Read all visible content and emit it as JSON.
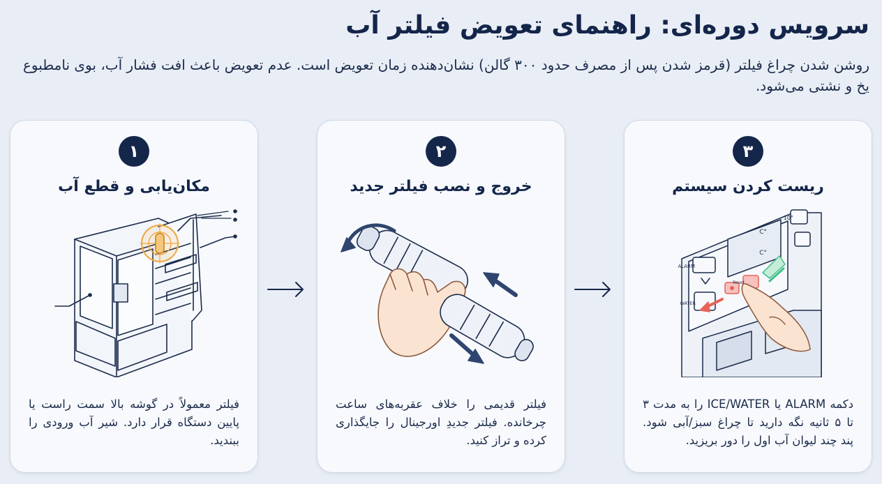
{
  "header": {
    "title": "سرویس دوره‌ای: راهنمای تعویض فیلتر آب",
    "subtitle": "روشن شدن چراغ فیلتر (قرمز شدن پس از مصرف حدود ۳۰۰ گالن) نشان‌دهنده زمان تعویض است. عدم تعویض باعث افت فشار آب، بوی نامطبوع یخ و نشتی می‌شود."
  },
  "steps": [
    {
      "number": "۱",
      "title": "مکان‌یابی و قطع آب",
      "description": "فیلتر معمولاً در گوشه بالا سمت راست یا پایین دستگاه قرار دارد. شیر آب ورودی را ببندید.",
      "icon": "refrigerator-icon"
    },
    {
      "number": "۲",
      "title": "خروج و نصب فیلتر جدید",
      "description": "فیلتر قدیمی را خلاف عقربه‌های ساعت چرخانده. فیلتر جدیدِ اورجینال را جایگذاری کرده و تراز کنید.",
      "icon": "filter-cartridge-icon"
    },
    {
      "number": "۳",
      "title": "ریست کردن سیستم",
      "description": "دکمه ALARM یا ICE/WATER را به مدت ۳ تا ۵ ثانیه نگه دارید تا چراغ سبز/آبی شود. پند چند لیوان آب اول را دور بریزید.",
      "icon": "control-panel-icon",
      "panel": {
        "unit_celsius": "°C",
        "temp_mark": "10°",
        "alarm_label": "ALARM",
        "water_label": "WATER",
        "reset_label": "Reset"
      }
    }
  ],
  "colors": {
    "navy": "#15264b",
    "highlight_orange": "#f0a63c",
    "reset_red": "#e8635a",
    "indicator_green": "#3fbf86",
    "background": "#e9eef6"
  }
}
